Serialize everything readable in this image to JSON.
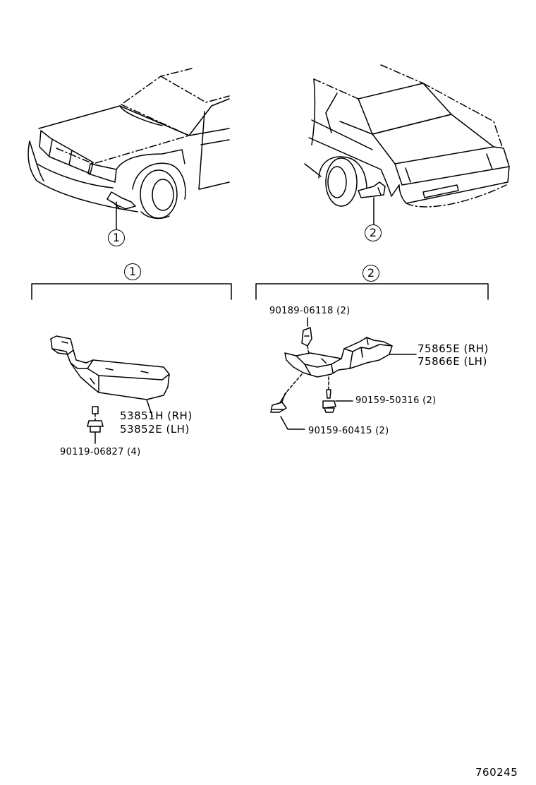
{
  "callouts": {
    "front_marker": "1",
    "rear_marker": "2",
    "section1_number": "1",
    "section2_number": "2"
  },
  "section1": {
    "part_rh": "53851H (RH)",
    "part_lh": "53852E (LH)",
    "bolt": "90119-06827 (4)"
  },
  "section2": {
    "clip": "90189-06118 (2)",
    "part_rh": "75865E (RH)",
    "part_lh": "75866E (LH)",
    "screw_a": "90159-50316 (2)",
    "screw_b": "90159-60415 (2)"
  },
  "diagram_code": "760245"
}
